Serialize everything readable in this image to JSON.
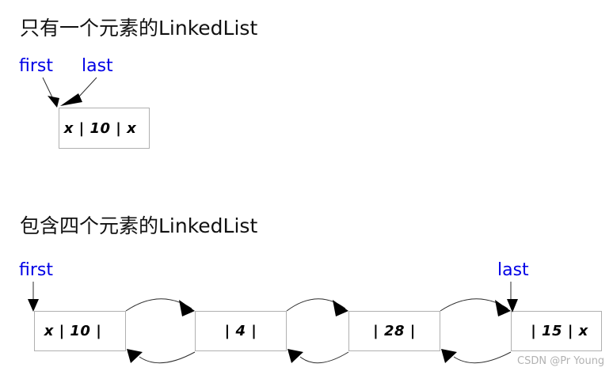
{
  "section_single": {
    "title": "只有一个元素的LinkedList",
    "first_label": "first",
    "last_label": "last",
    "node": "x | 10 | x"
  },
  "section_four": {
    "title": "包含四个元素的LinkedList",
    "first_label": "first",
    "last_label": "last",
    "nodes": [
      "x | 10 |",
      "| 4 |",
      "| 28 |",
      "| 15 | x"
    ]
  },
  "watermark": "CSDN @Pr Young",
  "colors": {
    "pointer_label": "#0000e6",
    "box_border": "#b0b0b0",
    "edge_line": "#2e2e2e",
    "arrow_fill": "#000000",
    "text": "#111111",
    "watermark": "#b2b2b2",
    "background": "#ffffff"
  }
}
